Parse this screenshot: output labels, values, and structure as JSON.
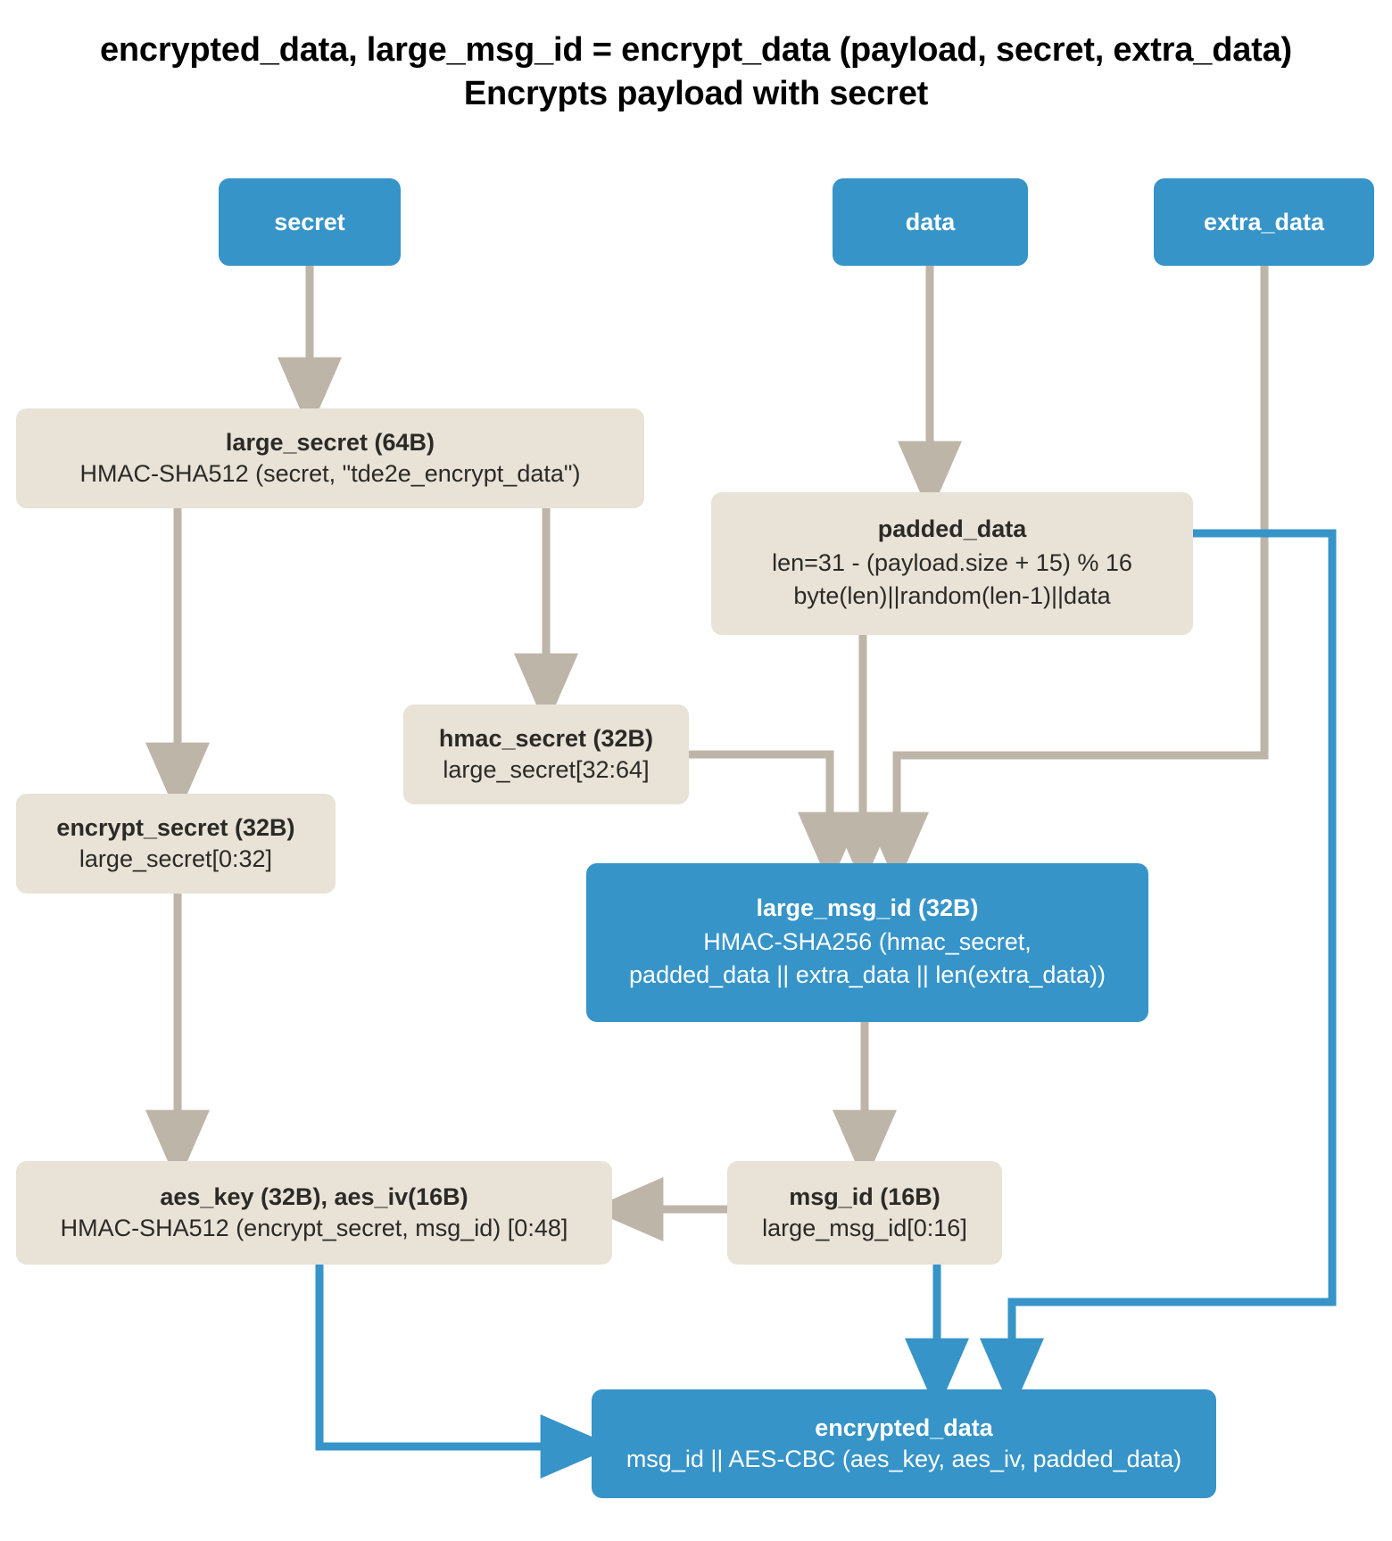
{
  "title": {
    "line1": "encrypted_data, large_msg_id = encrypt_data (payload, secret, extra_data)",
    "line2": "Encrypts payload with secret"
  },
  "colors": {
    "blue": "#3694c8",
    "beige": "#e8e2d7",
    "gray_arrow": "#bdb5a8",
    "blue_arrow": "#3694c8",
    "text_dark": "#2b2a26",
    "text_light": "#ffffff",
    "background": "#ffffff"
  },
  "nodes": {
    "secret": {
      "header": "secret",
      "sub": "",
      "style": "blue"
    },
    "data": {
      "header": "data",
      "sub": "",
      "style": "blue"
    },
    "extra_data": {
      "header": "extra_data",
      "sub": "",
      "style": "blue"
    },
    "large_secret": {
      "header": "large_secret (64B)",
      "sub": "HMAC-SHA512 (secret, \"tde2e_encrypt_data\")",
      "style": "beige"
    },
    "padded_data": {
      "header": "padded_data",
      "sub_line1": "len=31 - (payload.size + 15) % 16",
      "sub_line2": "byte(len)||random(len-1)||data",
      "style": "beige"
    },
    "hmac_secret": {
      "header": "hmac_secret (32B)",
      "sub": "large_secret[32:64]",
      "style": "beige"
    },
    "encrypt_secret": {
      "header": "encrypt_secret (32B)",
      "sub": "large_secret[0:32]",
      "style": "beige"
    },
    "large_msg_id": {
      "header": "large_msg_id (32B)",
      "sub_line1": "HMAC-SHA256 (hmac_secret,",
      "sub_line2": "padded_data || extra_data || len(extra_data))",
      "style": "blue"
    },
    "aes_key": {
      "header": "aes_key (32B), aes_iv(16B)",
      "sub": "HMAC-SHA512 (encrypt_secret, msg_id) [0:48]",
      "style": "beige"
    },
    "msg_id": {
      "header": "msg_id (16B)",
      "sub": "large_msg_id[0:16]",
      "style": "beige"
    },
    "encrypted_data": {
      "header": "encrypted_data",
      "sub": "msg_id || AES-CBC (aes_key, aes_iv, padded_data)",
      "style": "blue"
    }
  },
  "edges": [
    {
      "name": "secret-to-large-secret",
      "from": "secret",
      "to": "large_secret",
      "color": "gray"
    },
    {
      "name": "data-to-padded-data",
      "from": "data",
      "to": "padded_data",
      "color": "gray"
    },
    {
      "name": "large-secret-to-encrypt-secret",
      "from": "large_secret",
      "to": "encrypt_secret",
      "color": "gray"
    },
    {
      "name": "large-secret-to-hmac-secret",
      "from": "large_secret",
      "to": "hmac_secret",
      "color": "gray"
    },
    {
      "name": "hmac-secret-to-large-msg-id",
      "from": "hmac_secret",
      "to": "large_msg_id",
      "color": "gray"
    },
    {
      "name": "padded-data-to-large-msg-id",
      "from": "padded_data",
      "to": "large_msg_id",
      "color": "gray"
    },
    {
      "name": "extra-data-to-large-msg-id",
      "from": "extra_data",
      "to": "large_msg_id",
      "color": "gray"
    },
    {
      "name": "encrypt-secret-to-aes-key",
      "from": "encrypt_secret",
      "to": "aes_key",
      "color": "gray"
    },
    {
      "name": "large-msg-id-to-msg-id",
      "from": "large_msg_id",
      "to": "msg_id",
      "color": "gray"
    },
    {
      "name": "msg-id-to-aes-key",
      "from": "msg_id",
      "to": "aes_key",
      "color": "gray"
    },
    {
      "name": "aes-key-to-encrypted-data",
      "from": "aes_key",
      "to": "encrypted_data",
      "color": "blue"
    },
    {
      "name": "msg-id-to-encrypted-data",
      "from": "msg_id",
      "to": "encrypted_data",
      "color": "blue"
    },
    {
      "name": "padded-data-to-encrypted-data",
      "from": "padded_data",
      "to": "encrypted_data",
      "color": "blue"
    }
  ]
}
